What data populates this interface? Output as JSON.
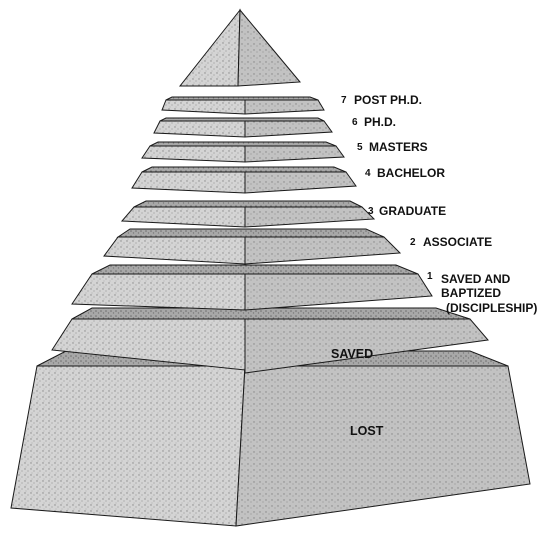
{
  "levels": [
    {
      "number": "",
      "label": "LOST"
    },
    {
      "number": "",
      "label": "SAVED"
    },
    {
      "number": "1",
      "label": "SAVED AND",
      "line2": "BAPTIZED",
      "line3": "(DISCIPLESHIP)"
    },
    {
      "number": "2",
      "label": "ASSOCIATE"
    },
    {
      "number": "3",
      "label": "GRADUATE"
    },
    {
      "number": "4",
      "label": "BACHELOR"
    },
    {
      "number": "5",
      "label": "MASTERS"
    },
    {
      "number": "6",
      "label": "PH.D."
    },
    {
      "number": "7",
      "label": "POST PH.D."
    }
  ],
  "colors": {
    "outline": "#1a1a1a",
    "front_face": "#dcdcdc",
    "side_face": "#bdbdbd",
    "top_face": "#9e9e9e",
    "background": "#ffffff"
  }
}
